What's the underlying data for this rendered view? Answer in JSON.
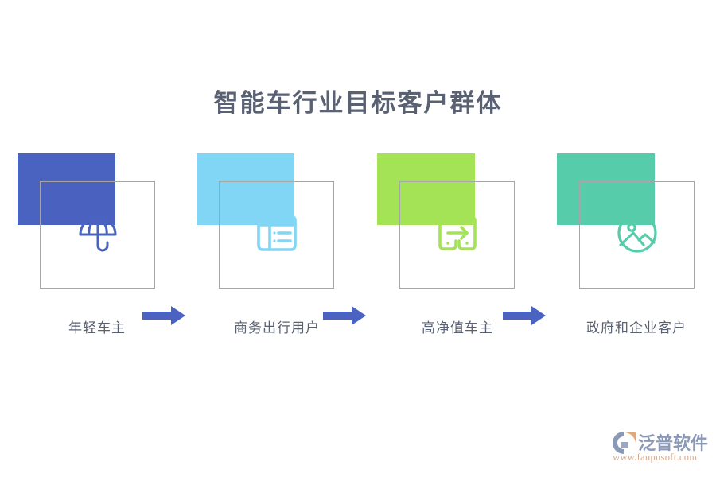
{
  "title": "智能车行业目标客户群体",
  "colors": {
    "title_text": "#5a6173",
    "label_text": "#5a6173",
    "outline_border": "#a6a6a6",
    "arrow": "#4a62c0",
    "background": "#ffffff"
  },
  "steps": [
    {
      "label": "年轻车主",
      "color": "#4a62c0",
      "icon": "umbrella-icon"
    },
    {
      "label": "商务出行用户",
      "color": "#80d6f4",
      "icon": "list-table-icon"
    },
    {
      "label": "高净值车主",
      "color": "#a5e356",
      "icon": "data-transfer-icon"
    },
    {
      "label": "政府和企业客户",
      "color": "#57ccab",
      "icon": "image-photo-icon"
    }
  ],
  "arrows": [
    {
      "name": "flow-arrow-1",
      "color": "#4a62c0"
    },
    {
      "name": "flow-arrow-2",
      "color": "#4a62c0"
    },
    {
      "name": "flow-arrow-3",
      "color": "#4a62c0"
    }
  ],
  "watermark": {
    "brand": "泛普软件",
    "url": "www.fanpusoft.com",
    "brand_color": "#8b99b8",
    "url_color": "#d8a98c",
    "mark_color": "#8b99b8",
    "mark_accent": "#e0a878"
  }
}
